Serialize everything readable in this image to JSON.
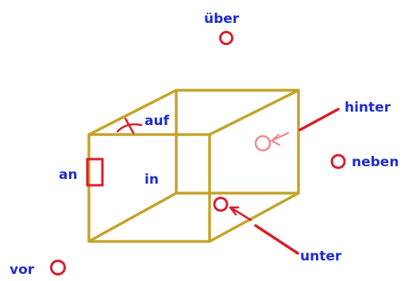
{
  "labels": {
    "ueber": "über",
    "auf": "auf",
    "an": "an",
    "in": "in",
    "hinter": "hinter",
    "neben": "neben",
    "unter": "unter",
    "vor": "vor"
  },
  "colors": {
    "background": "#ffffff",
    "cube_edges": "#c4a32a",
    "label_text": "#1f2ccf",
    "markers": "#d81e2a",
    "hinter_marker": "#f08a8a"
  },
  "icons": {
    "marker_shape": "circle-outline",
    "an_marker_shape": "rectangle-outline",
    "auf_marker_shape": "cross-mark"
  }
}
